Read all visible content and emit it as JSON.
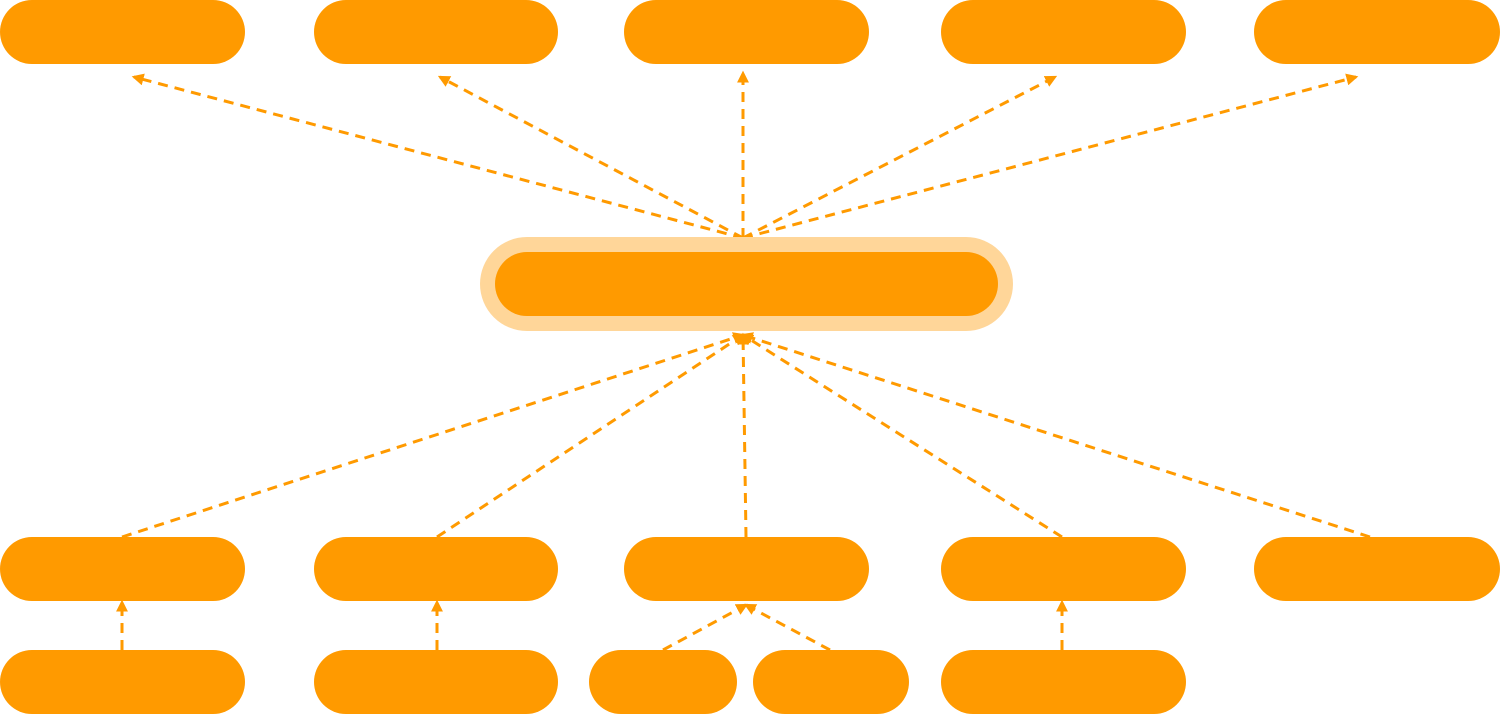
{
  "colors": {
    "accent": "#FF9A00",
    "halo": "#FFD699",
    "background": "#FFFFFF"
  },
  "diagram": {
    "center_node": {
      "id": "center",
      "label": ""
    },
    "nodes": [
      {
        "id": "top-1",
        "label": ""
      },
      {
        "id": "top-2",
        "label": ""
      },
      {
        "id": "top-3",
        "label": ""
      },
      {
        "id": "top-4",
        "label": ""
      },
      {
        "id": "top-5",
        "label": ""
      },
      {
        "id": "mid-1",
        "label": ""
      },
      {
        "id": "mid-2",
        "label": ""
      },
      {
        "id": "mid-3",
        "label": ""
      },
      {
        "id": "mid-4",
        "label": ""
      },
      {
        "id": "mid-5",
        "label": ""
      },
      {
        "id": "bot-1",
        "label": ""
      },
      {
        "id": "bot-2",
        "label": ""
      },
      {
        "id": "bot-3a",
        "label": ""
      },
      {
        "id": "bot-3b",
        "label": ""
      },
      {
        "id": "bot-4",
        "label": ""
      }
    ],
    "edges": [
      {
        "from": "center",
        "to": "top-1"
      },
      {
        "from": "center",
        "to": "top-2"
      },
      {
        "from": "center",
        "to": "top-3"
      },
      {
        "from": "center",
        "to": "top-4"
      },
      {
        "from": "center",
        "to": "top-5"
      },
      {
        "from": "mid-1",
        "to": "center"
      },
      {
        "from": "mid-2",
        "to": "center"
      },
      {
        "from": "mid-3",
        "to": "center"
      },
      {
        "from": "mid-4",
        "to": "center"
      },
      {
        "from": "mid-5",
        "to": "center"
      },
      {
        "from": "bot-1",
        "to": "mid-1"
      },
      {
        "from": "bot-2",
        "to": "mid-2"
      },
      {
        "from": "bot-3a",
        "to": "mid-3"
      },
      {
        "from": "bot-3b",
        "to": "mid-3"
      },
      {
        "from": "bot-4",
        "to": "mid-4"
      }
    ]
  }
}
